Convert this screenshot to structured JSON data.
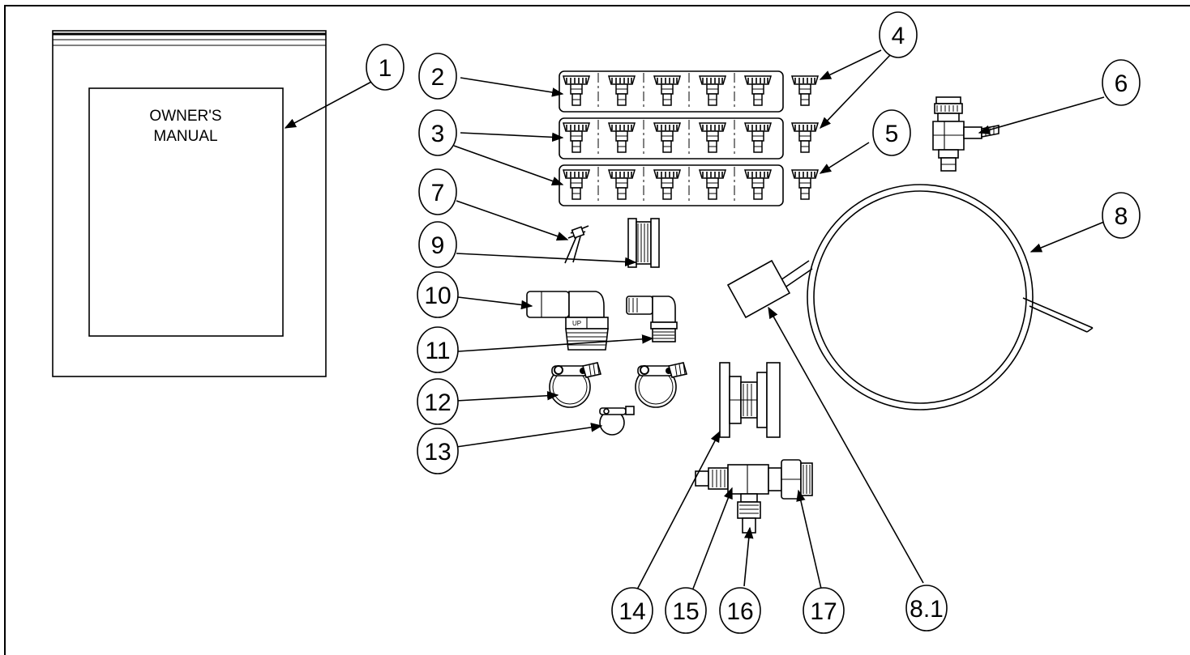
{
  "manual": {
    "line1": "OWNER'S",
    "line2": "MANUAL"
  },
  "callouts": {
    "c1": "1",
    "c2": "2",
    "c3": "3",
    "c4": "4",
    "c5": "5",
    "c6": "6",
    "c7": "7",
    "c8": "8",
    "c8_1": "8.1",
    "c9": "9",
    "c10": "10",
    "c11": "11",
    "c12": "12",
    "c13": "13",
    "c14": "14",
    "c15": "15",
    "c16": "16",
    "c17": "17"
  }
}
